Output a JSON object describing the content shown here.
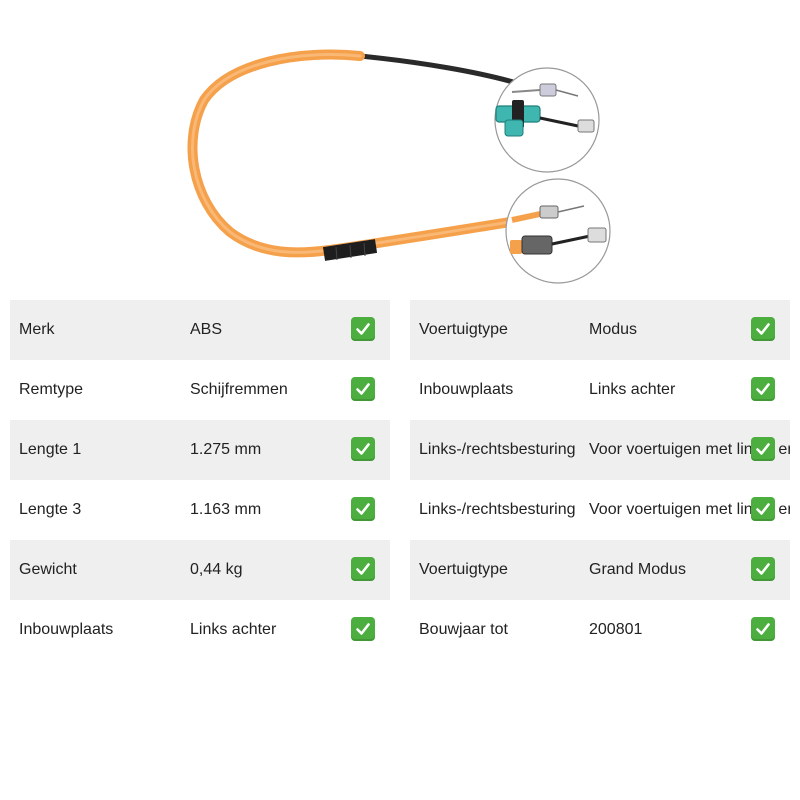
{
  "product_image": {
    "alt": ""
  },
  "left_table": {
    "rows": [
      {
        "label": "Merk",
        "value": "ABS"
      },
      {
        "label": "Remtype",
        "value": "Schijfremmen"
      },
      {
        "label": "Lengte 1",
        "value": "1.275 mm"
      },
      {
        "label": "Lengte 3",
        "value": "1.163 mm"
      },
      {
        "label": "Gewicht",
        "value": "0,44 kg"
      },
      {
        "label": "Inbouwplaats",
        "value": "Links achter"
      }
    ]
  },
  "right_table": {
    "rows": [
      {
        "label": "Voertuigtype",
        "value": "Modus"
      },
      {
        "label": "Inbouwplaats",
        "value": "Links achter"
      },
      {
        "label": "Links-/rechtsbesturing",
        "value": "Voor voertuigen met links- en rechtsbestur"
      },
      {
        "label": "Links-/rechtsbesturing",
        "value": "Voor voertuigen met links- en rechtsbestur"
      },
      {
        "label": "Voertuigtype",
        "value": "Grand Modus"
      },
      {
        "label": "Bouwjaar tot",
        "value": "200801"
      }
    ]
  },
  "colors": {
    "cable_orange": "#f5a04a",
    "cable_black": "#2a2a2a",
    "row_shade": "#efefef",
    "check_green": "#4cae3e"
  },
  "icons": {
    "row_status": "check-mark-icon"
  }
}
